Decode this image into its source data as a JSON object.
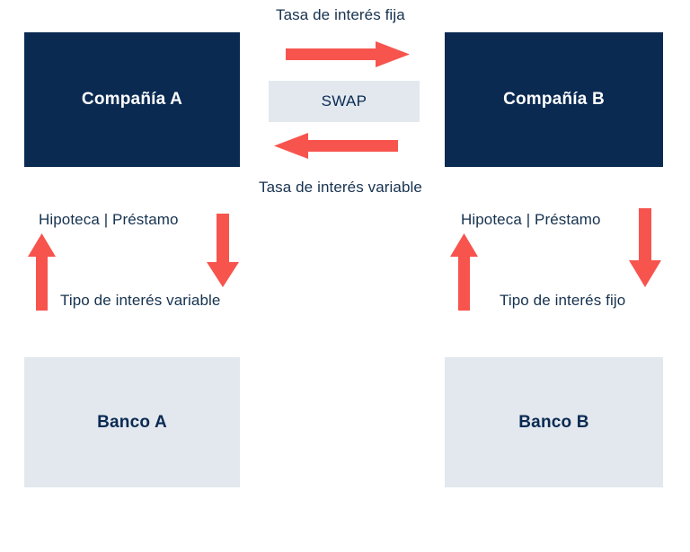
{
  "diagram": {
    "title": "Interest Rate Swap Diagram",
    "colors": {
      "navy": "#0A2A52",
      "light_blue_gray": "#E2E8EE",
      "red_arrow": "#F7544E",
      "text_navy": "#16324F",
      "background": "#FFFFFF"
    },
    "boxes": {
      "company_a": "Compañía A",
      "company_b": "Compañía B",
      "bank_a": "Banco A",
      "bank_b": "Banco B",
      "swap": "SWAP"
    },
    "labels": {
      "fixed_rate_top": "Tasa de interés fija",
      "variable_rate_bottom": "Tasa de interés variable",
      "mortgage_loan_left": "Hipoteca | Préstamo",
      "mortgage_loan_right": "Hipoteca | Préstamo",
      "variable_rate_left": "Tipo de interés variable",
      "fixed_rate_right": "Tipo de interés fijo"
    },
    "arrows": [
      {
        "name": "swap-fixed-rate-to-company-b",
        "direction": "right"
      },
      {
        "name": "swap-variable-rate-to-company-a",
        "direction": "left"
      },
      {
        "name": "bank-a-loan-to-company-a",
        "direction": "up"
      },
      {
        "name": "company-a-payment-to-bank-a",
        "direction": "down"
      },
      {
        "name": "bank-b-loan-to-company-b",
        "direction": "up"
      },
      {
        "name": "company-b-payment-to-bank-b",
        "direction": "down"
      }
    ]
  }
}
